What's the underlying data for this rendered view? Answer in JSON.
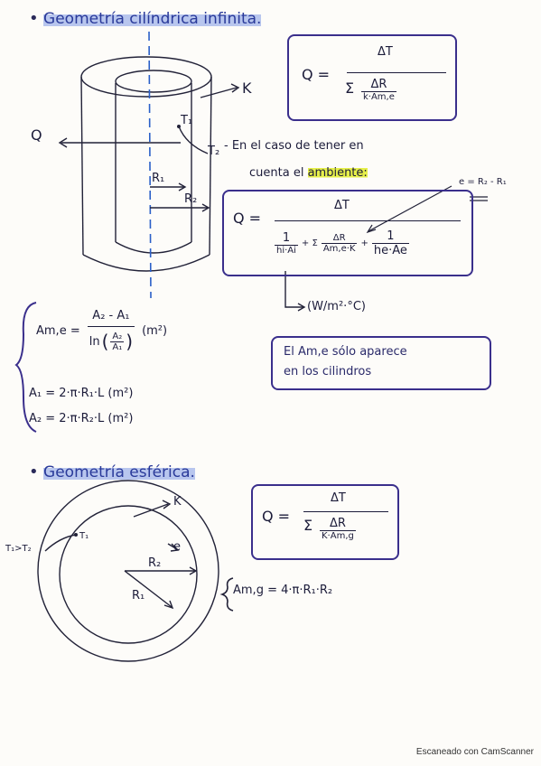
{
  "cyl": {
    "title": "Geometría cilíndrica infinita.",
    "Q": "Q",
    "K": "K",
    "T1": "T₁",
    "T2": "T₂",
    "R1": "R₁",
    "R2": "R₂",
    "formula": {
      "lhs": "Q =",
      "num": "ΔT",
      "sigma": "Σ",
      "sub_num": "ΔR",
      "sub_den": "k·Am,e"
    },
    "note_line1": "- En el caso de tener en",
    "note_line2_a": "cuenta el",
    "note_line2_hl": "ambiente:",
    "e_def": "e = R₂ - R₁",
    "formula2": {
      "lhs": "Q =",
      "num": "ΔT",
      "t1_num": "1",
      "t1_den": "hi·Ai",
      "plus1": "+ Σ",
      "t2_num": "ΔR",
      "t2_den": "Am,e·K",
      "plus2": "+",
      "t3_num": "1",
      "t3_den": "he·Ae"
    },
    "units_h": "(W/m²·°C)",
    "ame": {
      "lhs": "Am,e =",
      "num": "A₂ - A₁",
      "den": "ln",
      "ln_num": "A₂",
      "ln_den": "A₁",
      "unit": "(m²)"
    },
    "a1": "A₁ = 2·π·R₁·L (m²)",
    "a2": "A₂ = 2·π·R₂·L (m²)",
    "note_box_line1": "El Am,e sólo aparece",
    "note_box_line2": "en los cilindros"
  },
  "sph": {
    "title": "Geometría esférica.",
    "K": "K",
    "T1gtT2": "T₁>T₂",
    "T1": "T₁",
    "e": "e",
    "R2": "R₂",
    "R1": "R₁",
    "formula": {
      "lhs": "Q =",
      "num": "ΔT",
      "sigma": "Σ",
      "sub_num": "ΔR",
      "sub_den": "K·Am,g"
    },
    "amg": "Am,g = 4·π·R₁·R₂"
  },
  "watermark": "Escaneado con CamScanner"
}
